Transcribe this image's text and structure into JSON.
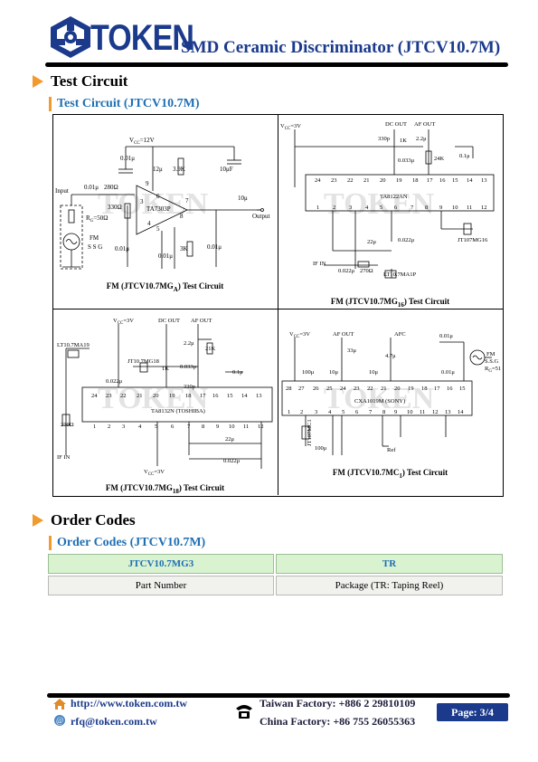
{
  "header": {
    "logo_text": "TOKEN",
    "title": "SMD Ceramic Discriminator (JTCV10.7M)"
  },
  "test_circuit": {
    "section_title": "Test Circuit",
    "subtitle": "Test Circuit (JTCV10.7M)",
    "watermark": "TOKEN",
    "captions": {
      "c1_main": "FM (JTCV10.7MG",
      "c1_sub": "A",
      "c1_tail": ") Test Circuit",
      "c2_main": "FM (JTCV10.7MG",
      "c2_sub": "16",
      "c2_tail": ") Test Circuit",
      "c3_main": "FM (JTCV10.7MG",
      "c3_sub": "18",
      "c3_tail": ") Test Circuit",
      "c4_main": "FM (JTCV10.7MC",
      "c4_sub": "1",
      "c4_tail": ") Test Circuit"
    },
    "circuit1": {
      "vcc": "V",
      "vcc_sub": "CC",
      "vcc_val": "=12V",
      "input": "Input",
      "output": "Output",
      "ic": "TA7303P",
      "c_in": "0.01μ",
      "r_in": "280Ω",
      "rg": "R",
      "rg_sub": "G",
      "rg_val": "=50Ω",
      "fm": "FM",
      "ssg": "S S G",
      "r330": "330Ω",
      "c12": "12μ",
      "r39k": "3.9K",
      "c10u": "10μF",
      "c10u_out": "10μ",
      "c001a": "0.01μ",
      "c001b": "0.01μ",
      "c001c": "0.01μ",
      "c001d": "0.01μ",
      "r3k": "3K",
      "pin9": "9",
      "pin6": "6",
      "pin7": "7",
      "pin3": "3",
      "pin8": "8",
      "pin4": "4",
      "pin5": "5"
    },
    "circuit2": {
      "vcc": "V",
      "vcc_sub": "CC",
      "vcc_val": "=3V",
      "dc_out": "DC OUT",
      "af_out": "AF OUT",
      "c330p": "330p",
      "r1k": "1K",
      "c22u": "2.2μ",
      "c0033": "0.033μ",
      "r24k": "24K",
      "c01": "0.1μ",
      "ic": "TA8122AN",
      "pins_top": [
        "24",
        "23",
        "22",
        "21",
        "20",
        "19",
        "18",
        "17",
        "16",
        "15",
        "14",
        "13"
      ],
      "pins_bot": [
        "1",
        "2",
        "3",
        "4",
        "5",
        "6",
        "7",
        "8",
        "9",
        "10",
        "11",
        "12"
      ],
      "c22": "22μ",
      "c0022": "0.022μ",
      "jt": "JT107MG16",
      "lt": "LT10.7MA1P",
      "if_in": "IF IN",
      "c0022b": "0.022μ",
      "r270": "270Ω"
    },
    "circuit3": {
      "vcc": "V",
      "vcc_sub": "CC",
      "vcc_val": "=3V",
      "dc_out": "DC OUT",
      "af_out": "AF OUT",
      "lt": "LT10.7MA19",
      "jt": "JT10.7MG18",
      "c22": "2.2μ",
      "r21k": "21K",
      "r1k": "1K",
      "c0033": "0.033μ",
      "c0022": "0.022μ",
      "c330p": "330p",
      "c01": "0.1μ",
      "ic": "TA8132N (TOSHIBA)",
      "pins_top": [
        "24",
        "23",
        "22",
        "21",
        "20",
        "19",
        "18",
        "17",
        "16",
        "15",
        "14",
        "13"
      ],
      "pins_bot": [
        "1",
        "2",
        "3",
        "4",
        "5",
        "6",
        "7",
        "8",
        "9",
        "10",
        "11",
        "12"
      ],
      "r270": "270Ω",
      "if_in": "IF IN",
      "c22u": "22μ",
      "c0022b": "0.022μ",
      "vcc_bot": "V",
      "vcc_bot_sub": "CC",
      "vcc_bot_val": "=3V"
    },
    "circuit4": {
      "vcc": "V",
      "vcc_sub": "CC",
      "vcc_val": "=3V",
      "af_out": "AF OUT",
      "afc": "AFC",
      "c001": "0.01μ",
      "c33u": "33μ",
      "c47u": "4.7μ",
      "c100u": "100μ",
      "c10a": "10μ",
      "c10b": "10μ",
      "c001b": "0.01μ",
      "fm": "FM",
      "ssg": "S.S.G",
      "rg": "R",
      "rg_sub": "G",
      "rg_val": "=51",
      "ic": "CXA1019M (SONY)",
      "pins_top": [
        "28",
        "27",
        "26",
        "25",
        "24",
        "23",
        "22",
        "21",
        "20",
        "19",
        "18",
        "17",
        "16",
        "15"
      ],
      "pins_bot": [
        "1",
        "2",
        "3",
        "4",
        "5",
        "6",
        "7",
        "8",
        "9",
        "10",
        "11",
        "12",
        "13",
        "14"
      ],
      "jt": "JT107MC1",
      "c100u_b": "100μ",
      "ref": "Ref"
    }
  },
  "order_codes": {
    "section_title": "Order Codes",
    "subtitle": "Order Codes (JTCV10.7M)",
    "headers": [
      "JTCV10.7MG3",
      "TR"
    ],
    "row": [
      "Part Number",
      "Package (TR: Taping Reel)"
    ]
  },
  "footer": {
    "url": "http://www.token.com.tw",
    "email": "rfq@token.com.tw",
    "taiwan": "Taiwan Factory: +886 2 29810109",
    "china": "China Factory: +86 755 26055363",
    "page": "Page: 3/4"
  },
  "colors": {
    "brand_blue": "#1b3a8c",
    "accent_orange": "#f29a2e",
    "subhead_blue": "#1f6fb4",
    "table_header_green": "#d9f2d0"
  }
}
